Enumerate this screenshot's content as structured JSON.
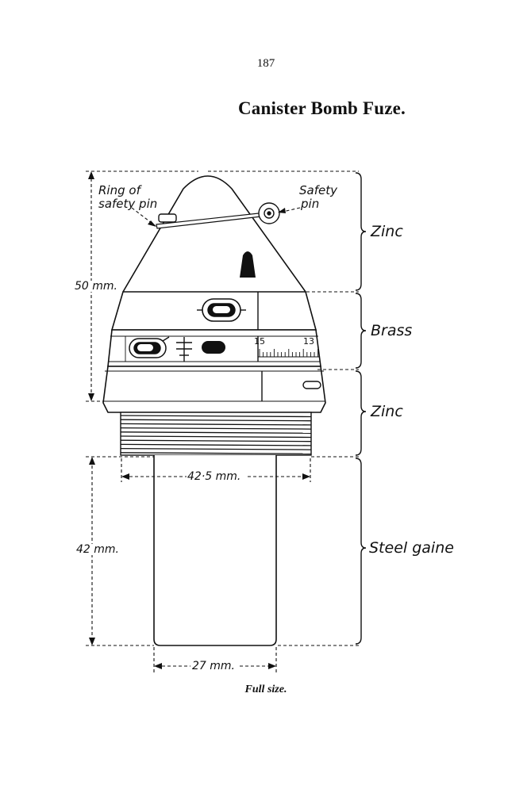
{
  "page": {
    "number": "187",
    "title": "Canister Bomb Fuze.",
    "caption": "Full size."
  },
  "labels": {
    "ring_of_safety_pin_line1": "Ring of",
    "ring_of_safety_pin_line2": "safety pin",
    "safety_pin_line1": "Safety",
    "safety_pin_line2": "pin",
    "zinc_upper": "Zinc",
    "brass": "Brass",
    "zinc_lower": "Zinc",
    "steel_gaine": "Steel gaine"
  },
  "dimensions": {
    "height_fuze": "50 mm.",
    "thread_width": "42·5 mm.",
    "height_gaine": "42 mm.",
    "gaine_width": "27 mm."
  },
  "scale_marks": {
    "mark_a": "15",
    "mark_b": "13"
  },
  "colors": {
    "ink": "#111111",
    "paper": "#ffffff"
  }
}
